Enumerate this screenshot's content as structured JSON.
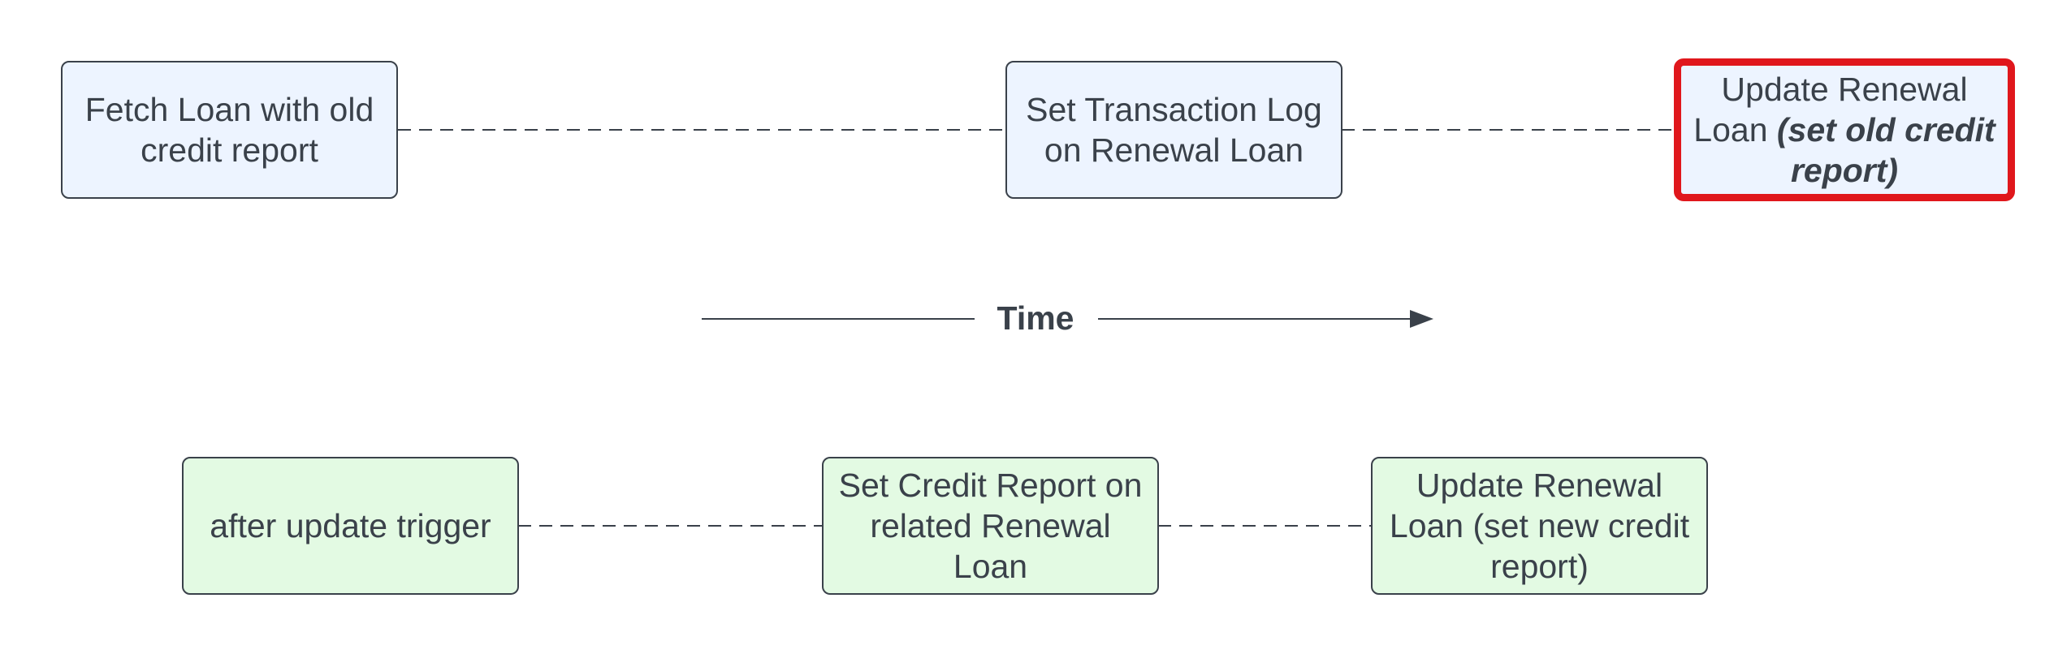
{
  "diagram": {
    "top_row": [
      {
        "id": "fetch-loan",
        "label": "Fetch Loan with old credit report"
      },
      {
        "id": "set-transaction-log",
        "label": "Set Transaction Log on Renewal Loan"
      },
      {
        "id": "update-renewal-old",
        "label_plain": "Update Renewal Loan ",
        "label_emphasis": "(set old credit report)",
        "highlighted": true
      }
    ],
    "bottom_row": [
      {
        "id": "after-update-trigger",
        "label": "after update trigger"
      },
      {
        "id": "set-credit-report",
        "label": "Set Credit Report on related Renewal Loan"
      },
      {
        "id": "update-renewal-new",
        "label": "Update Renewal Loan (set new credit report)"
      }
    ],
    "time_axis": {
      "label": "Time"
    },
    "colors": {
      "top_fill": "#edf4ff",
      "bottom_fill": "#e3fae3",
      "stroke": "#3a414a",
      "highlight_border": "#e0171c"
    }
  }
}
